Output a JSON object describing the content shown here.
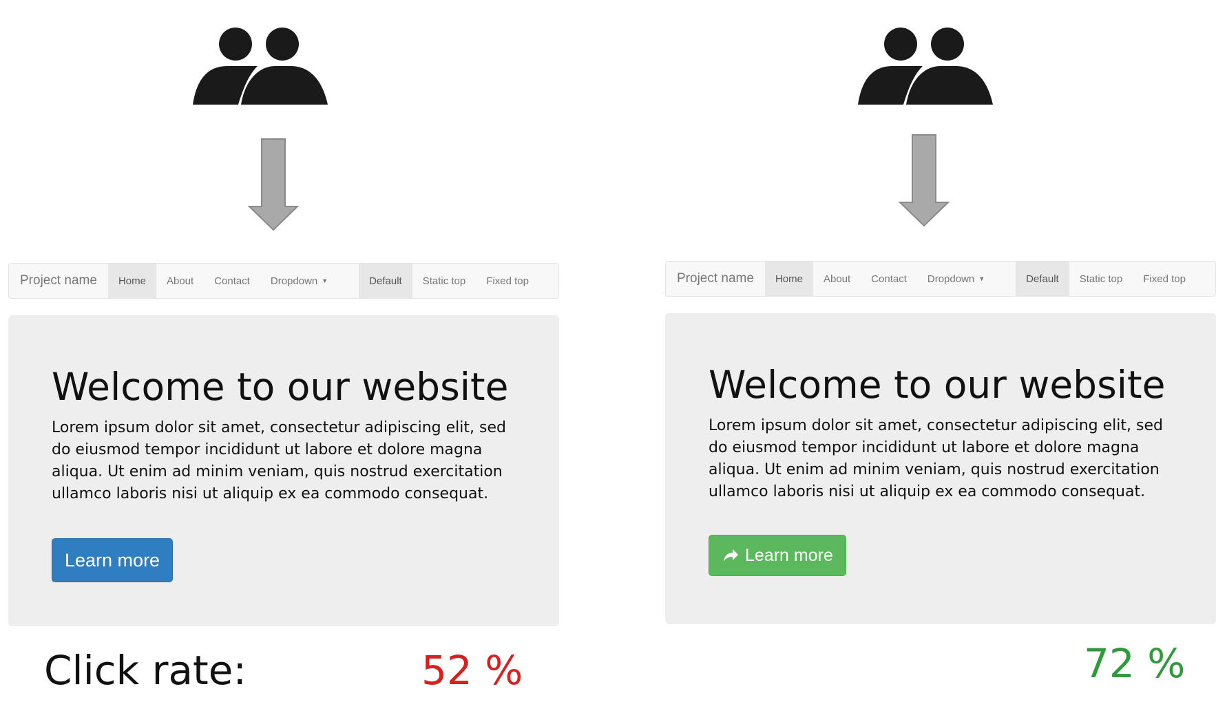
{
  "colors": {
    "navbar_bg": "#f8f8f8",
    "jumbotron_bg": "#eeeeee",
    "button_blue": "#2f7ec1",
    "button_green": "#5cb85c",
    "rate_low": "#d9201f",
    "rate_high": "#2e9a3a",
    "arrow_fill": "#a9a9a9",
    "icon_fill": "#1a1a1a"
  },
  "icons": {
    "users": "users-icon",
    "arrow": "down-arrow-icon",
    "share": "share-arrow-icon"
  },
  "variants": [
    {
      "navbar": {
        "brand": "Project name",
        "items": [
          "Home",
          "About",
          "Contact",
          "Dropdown"
        ],
        "right_items": [
          "Default",
          "Static top",
          "Fixed top"
        ]
      },
      "jumbotron": {
        "title": "Welcome to our website",
        "text": "Lorem ipsum dolor sit amet, consectetur adipiscing elit, sed do eiusmod tempor incididunt ut labore et dolore magna aliqua. Ut enim ad minim veniam, quis nostrud exercitation ullamco laboris nisi ut aliquip ex ea commodo consequat.",
        "button_label": "Learn more"
      },
      "click_rate": "52 %"
    },
    {
      "navbar": {
        "brand": "Project name",
        "items": [
          "Home",
          "About",
          "Contact",
          "Dropdown"
        ],
        "right_items": [
          "Default",
          "Static top",
          "Fixed top"
        ]
      },
      "jumbotron": {
        "title": "Welcome to our website",
        "text": "Lorem ipsum dolor sit amet, consectetur adipiscing elit, sed do eiusmod tempor incididunt ut labore et dolore magna aliqua. Ut enim ad minim veniam, quis nostrud exercitation ullamco laboris nisi ut aliquip ex ea commodo consequat.",
        "button_label": "Learn more"
      },
      "click_rate": "72 %"
    }
  ],
  "click_rate_label": "Click rate:"
}
